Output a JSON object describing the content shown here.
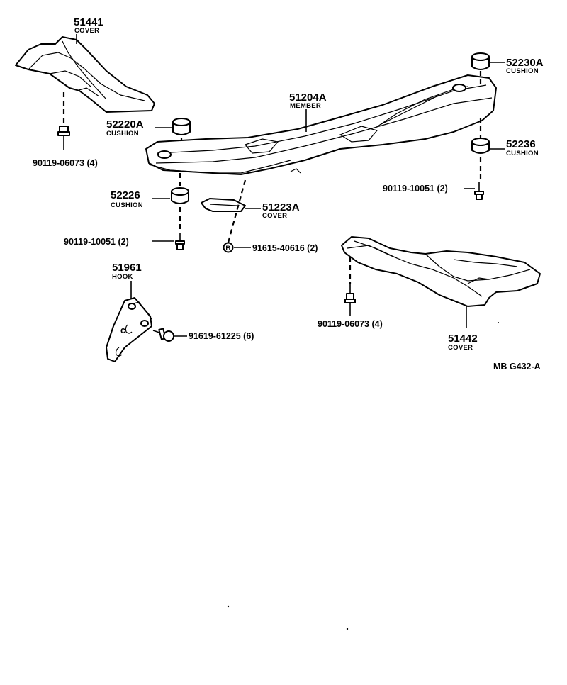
{
  "parts": {
    "cover_left": {
      "number": "51441",
      "name": "COVER"
    },
    "cushion_a": {
      "number": "52220A",
      "name": "CUSHION"
    },
    "member": {
      "number": "51204A",
      "name": "MEMBER"
    },
    "cushion_right_top": {
      "number": "52230A",
      "name": "CUSHION"
    },
    "cushion_right": {
      "number": "52236",
      "name": "CUSHION"
    },
    "cushion_lower": {
      "number": "52226",
      "name": "CUSHION"
    },
    "cover_small": {
      "number": "51223A",
      "name": "COVER"
    },
    "hook": {
      "number": "51961",
      "name": "HOOK"
    },
    "cover_right": {
      "number": "51442",
      "name": "COVER"
    }
  },
  "fasteners": {
    "bolt_left": "90119-06073 (4)",
    "bolt_right_upper": "90119-10051 (2)",
    "bolt_lower_left": "90119-10051 (2)",
    "clip": "91615-40616 (2)",
    "clip_symbol": "B",
    "hook_bolt": "91619-61225 (6)",
    "bolt_right_cover": "90119-06073 (4)"
  },
  "diagram_ref": "MB  G432-A"
}
